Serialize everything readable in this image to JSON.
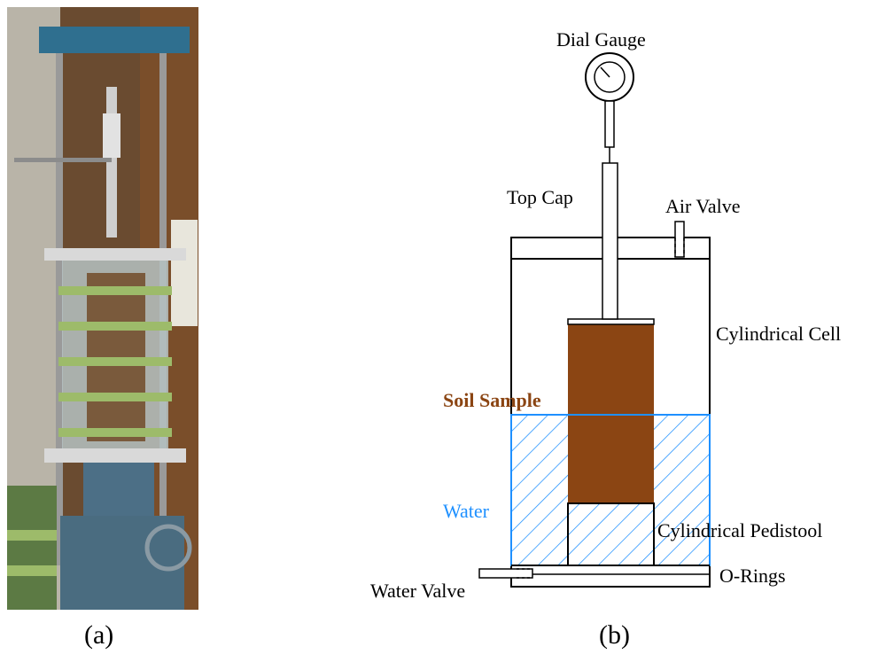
{
  "captions": {
    "a": "(a)",
    "b": "(b)"
  },
  "labels": {
    "dial_gauge": "Dial Gauge",
    "top_cap": "Top Cap",
    "air_valve": "Air Valve",
    "cylindrical_cell": "Cylindrical Cell",
    "soil_sample": "Soil Sample",
    "water": "Water",
    "cylindrical_pedistool": "Cylindrical Pedistool",
    "o_rings": "O-Rings",
    "water_valve": "Water Valve"
  },
  "colors": {
    "soil": "#8b4513",
    "soil_label": "#8b4513",
    "water": "#1e90ff",
    "water_label": "#1e90ff",
    "frame_blue": "#2f6f8f",
    "photo_bg": "#6b4a2a"
  }
}
